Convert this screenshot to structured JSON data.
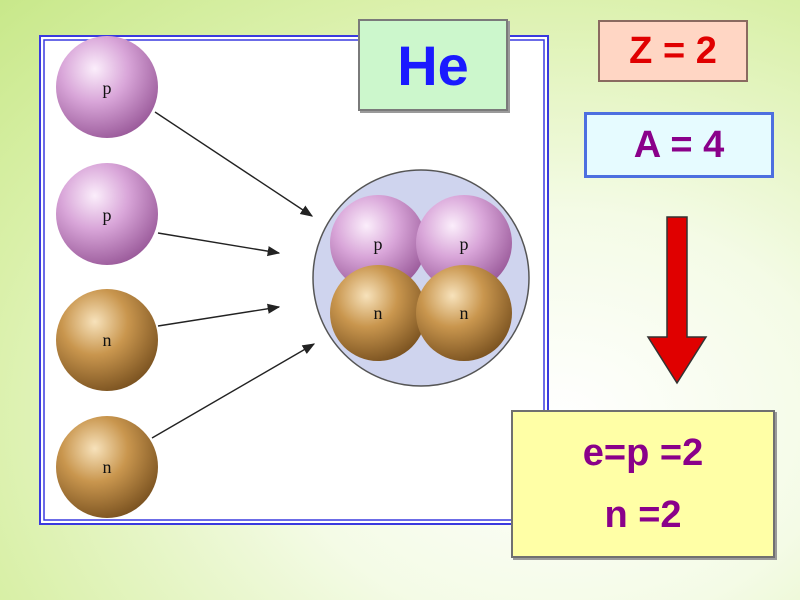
{
  "element_symbol": "He",
  "atomic_number_label": "Z = 2",
  "mass_number_label": "A = 4",
  "result": {
    "line1": "e=p =2",
    "line2": "n =2"
  },
  "particles": {
    "proton_label": "p",
    "neutron_label": "n"
  },
  "colors": {
    "proton": "#c98ac9",
    "neutron": "#b8853c",
    "nucleus_background": "#cfd4ee",
    "frame": "#3a3adf",
    "arrow": "#e00000"
  }
}
